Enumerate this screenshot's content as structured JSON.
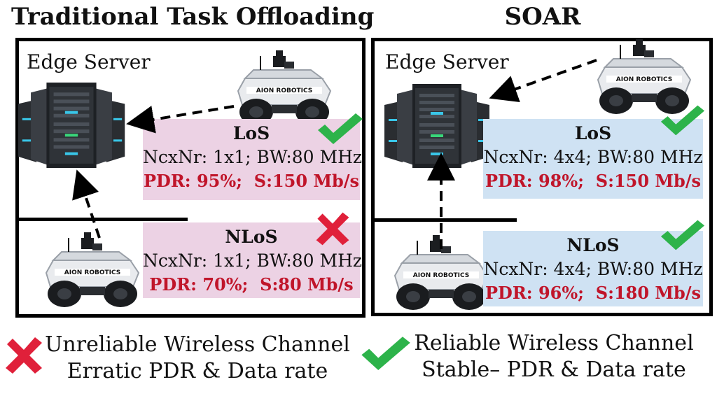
{
  "left_panel": {
    "title": "Traditional Task Offloading",
    "server_label": "Edge Server",
    "los": {
      "heading": "LoS",
      "config": "NcxNr: 1x1; BW:80 MHz",
      "pdr": "PDR: 95%;",
      "speed": "S:150 Mb/s",
      "status_icon": "check-icon"
    },
    "nlos": {
      "heading": "NLoS",
      "config": "NcxNr: 1x1; BW:80 MHz",
      "pdr": "PDR: 70%;",
      "speed": "S:80 Mb/s",
      "status_icon": "cross-icon"
    }
  },
  "right_panel": {
    "title": "SOAR",
    "server_label": "Edge Server",
    "los": {
      "heading": "LoS",
      "config": "NcxNr: 4x4; BW:80 MHz",
      "pdr": "PDR: 98%;",
      "speed": "S:150 Mb/s",
      "status_icon": "check-icon"
    },
    "nlos": {
      "heading": "NLoS",
      "config": "NcxNr: 4x4; BW:80 MHz",
      "pdr": "PDR: 96%;",
      "speed": "S:180 Mb/s",
      "status_icon": "check-icon"
    }
  },
  "robot_brand": "AION ROBOTICS",
  "legend": {
    "unreliable_line1": "Unreliable Wireless Channel",
    "unreliable_line2": "Erratic PDR & Data rate",
    "reliable_line1": "Reliable Wireless Channel",
    "reliable_line2": "Stable– PDR & Data rate"
  },
  "colors": {
    "check": "#2db34a",
    "cross": "#e0203a",
    "metric_red": "#c0152a",
    "pink_box": "#ecd2e4",
    "blue_box": "#cfe2f3"
  }
}
